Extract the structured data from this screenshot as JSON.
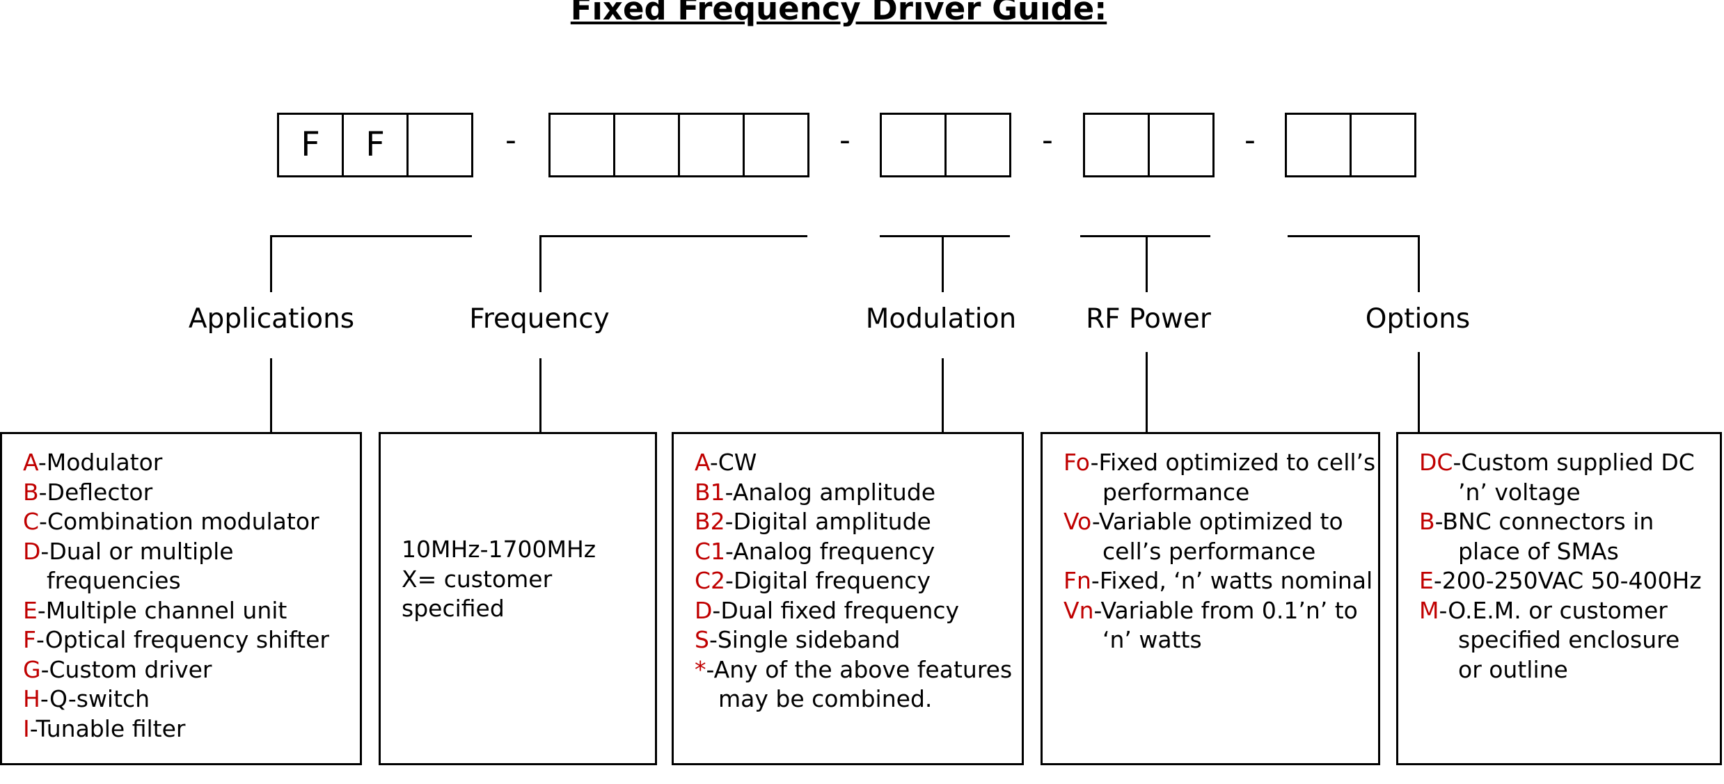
{
  "title": "Fixed Frequency Driver Guide:",
  "part_number": {
    "application_boxes": [
      "F",
      "F",
      ""
    ],
    "separator": "-"
  },
  "categories": {
    "applications": "Applications",
    "frequency": "Frequency",
    "modulation": "Modulation",
    "rf_power": "RF Power",
    "options": "Options"
  },
  "applications": [
    {
      "code": "A",
      "text": "-Modulator",
      "cont": ""
    },
    {
      "code": "B",
      "text": "-Deflector",
      "cont": ""
    },
    {
      "code": "C",
      "text": "-Combination modulator",
      "cont": ""
    },
    {
      "code": "D",
      "text": "-Dual or multiple",
      "cont": "frequencies"
    },
    {
      "code": "E",
      "text": "-Multiple channel unit",
      "cont": ""
    },
    {
      "code": "F",
      "text": "-Optical frequency shifter",
      "cont": ""
    },
    {
      "code": "G",
      "text": "-Custom driver",
      "cont": ""
    },
    {
      "code": "H",
      "text": "-Q-switch",
      "cont": ""
    },
    {
      "code": "I",
      "text": "-Tunable filter",
      "cont": ""
    }
  ],
  "frequency": {
    "lines": [
      "10MHz-1700MHz",
      "X= customer",
      "specified"
    ]
  },
  "modulation": [
    {
      "code": "A",
      "text": "-CW",
      "cont": ""
    },
    {
      "code": "B1",
      "text": "-Analog amplitude",
      "cont": ""
    },
    {
      "code": "B2",
      "text": "-Digital amplitude",
      "cont": ""
    },
    {
      "code": "C1",
      "text": "-Analog frequency",
      "cont": ""
    },
    {
      "code": "C2",
      "text": "-Digital frequency",
      "cont": ""
    },
    {
      "code": "D",
      "text": "-Dual fixed frequency",
      "cont": ""
    },
    {
      "code": "S",
      "text": "-Single sideband",
      "cont": ""
    },
    {
      "code": "*",
      "text": "-Any of the above features",
      "cont": "may be combined."
    }
  ],
  "rf_power": [
    {
      "code": "Fo",
      "text": "-Fixed optimized to cell’s",
      "cont": "performance"
    },
    {
      "code": "Vo",
      "text": "-Variable optimized to",
      "cont": "cell’s performance"
    },
    {
      "code": "Fn",
      "text": "-Fixed, ‘n’ watts nominal",
      "cont": ""
    },
    {
      "code": "Vn",
      "text": "-Variable from 0.1’n’ to",
      "cont": "‘n’ watts"
    }
  ],
  "options": [
    {
      "code": "DC",
      "text": "-Custom supplied DC",
      "cont": "’n’ voltage"
    },
    {
      "code": "B",
      "text": "-BNC connectors in",
      "cont": "place of SMAs"
    },
    {
      "code": "E",
      "text": "-200-250VAC 50-400Hz",
      "cont": ""
    },
    {
      "code": "M",
      "text": "-O.E.M. or customer",
      "cont": "specified enclosure or outline"
    }
  ],
  "colors": {
    "code": "#c00000",
    "text": "#000000",
    "border": "#000000"
  }
}
